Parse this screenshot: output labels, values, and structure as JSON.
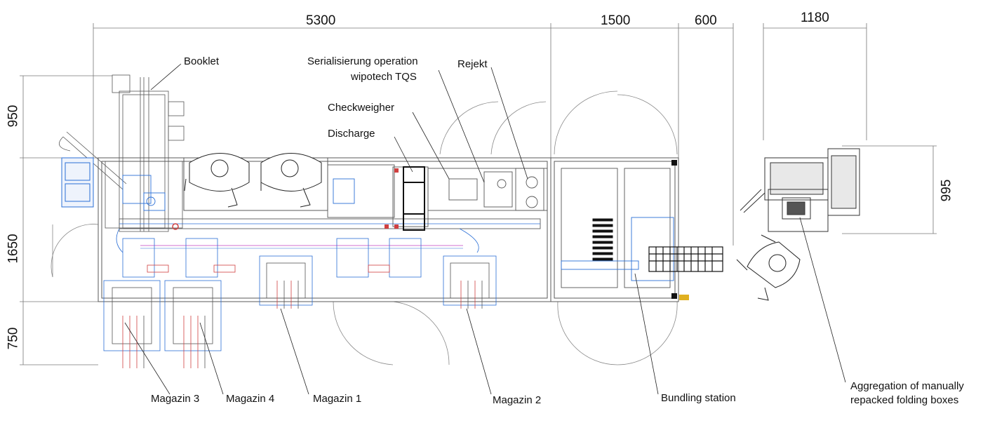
{
  "dimensions": {
    "top": [
      "5300",
      "1500",
      "600",
      "1180"
    ],
    "left": [
      "950",
      "1650",
      "750"
    ],
    "right": "995"
  },
  "labels": {
    "booklet": "Booklet",
    "serialisierung": "Serialisierung operation",
    "wipotech": "wipotech TQS",
    "rejekt": "Rejekt",
    "checkweigher": "Checkweigher",
    "discharge": "Discharge",
    "magazin3": "Magazin 3",
    "magazin4": "Magazin 4",
    "magazin1": "Magazin 1",
    "magazin2": "Magazin 2",
    "bundling": "Bundling station",
    "aggregation1": "Aggregation of manually",
    "aggregation2": "repacked folding boxes"
  },
  "colors": {
    "line": "#5a5a5a",
    "blue": "#2b6fd6",
    "red": "#d04040",
    "magenta": "#c040c0",
    "black": "#111111"
  }
}
